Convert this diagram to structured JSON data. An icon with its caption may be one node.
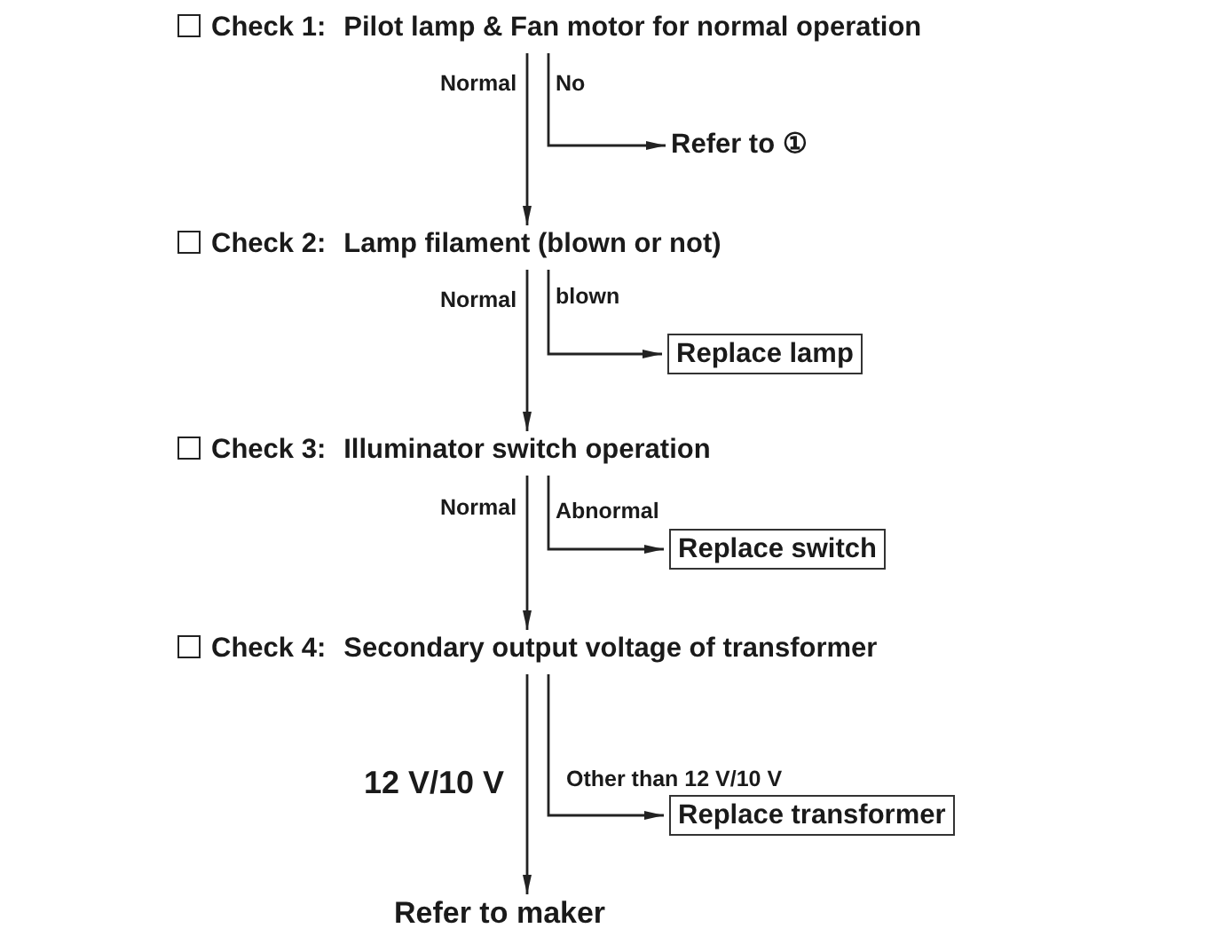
{
  "diagram": {
    "nodes": [
      {
        "text": [
          "Check 1:",
          "Pilot lamp & Fan motor for normal operation"
        ]
      },
      {
        "text": [
          "Refer to ①"
        ]
      },
      {
        "text": [
          "Check 2:",
          "Lamp filament (blown or not)"
        ]
      },
      {
        "text": [
          "Replace lamp"
        ]
      },
      {
        "text": [
          "Check 3:",
          "Illuminator switch operation"
        ]
      },
      {
        "text": [
          "Replace switch"
        ]
      },
      {
        "text": [
          "Check 4:",
          "Secondary output voltage of transformer"
        ]
      },
      {
        "text": [
          "Replace transformer"
        ]
      },
      {
        "text": [
          "Refer to maker"
        ]
      }
    ],
    "edges": [
      {
        "from": 0,
        "to": 2,
        "arrow": "to",
        "label": "Normal"
      },
      {
        "from": 0,
        "to": 1,
        "arrow": "to",
        "label": "No"
      },
      {
        "from": 2,
        "to": 4,
        "arrow": "to",
        "label": "Normal"
      },
      {
        "from": 2,
        "to": 3,
        "arrow": "to",
        "label": "blown"
      },
      {
        "from": 4,
        "to": 6,
        "arrow": "to",
        "label": "Normal"
      },
      {
        "from": 4,
        "to": 5,
        "arrow": "to",
        "label": "Abnormal"
      },
      {
        "from": 6,
        "to": 8,
        "arrow": "to",
        "label": "12 V/10 V"
      },
      {
        "from": 6,
        "to": 7,
        "arrow": "to",
        "label": "Other than 12 V/10 V"
      }
    ]
  }
}
